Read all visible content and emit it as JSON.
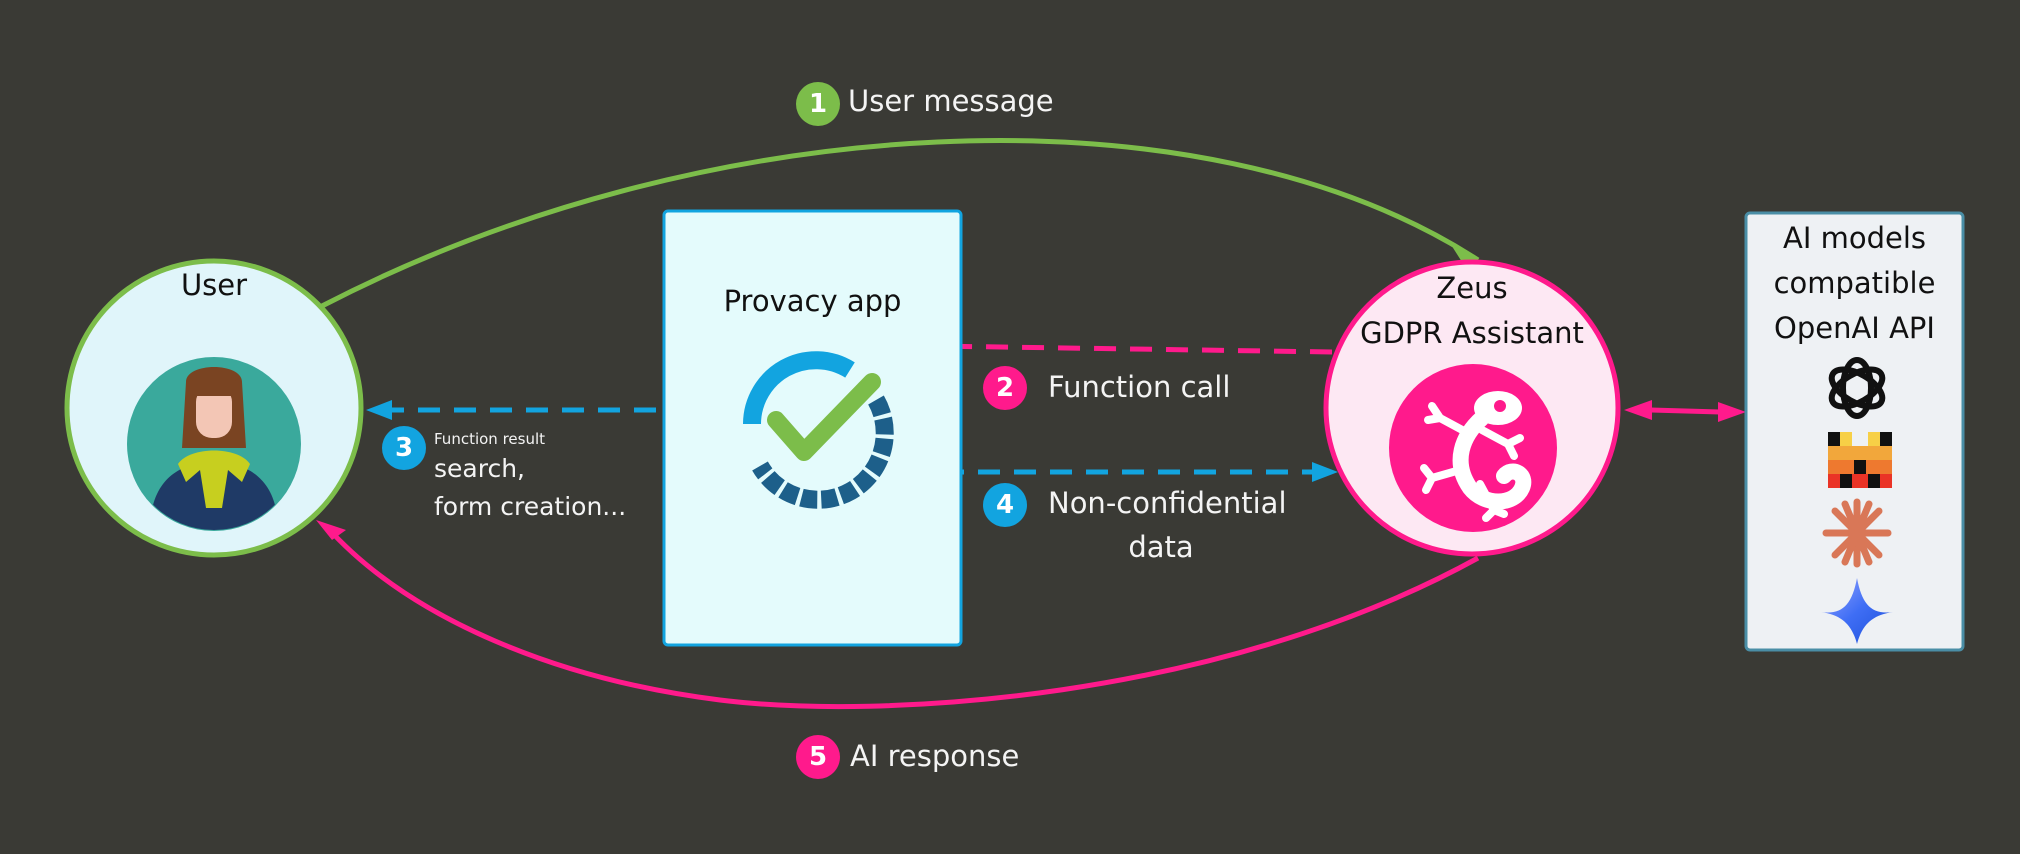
{
  "nodes": {
    "user": {
      "title": "User"
    },
    "app": {
      "title": "Provacy app"
    },
    "assistant": {
      "title_line1": "Zeus",
      "title_line2": "GDPR Assistant"
    },
    "models": {
      "line1": "AI models",
      "line2": "compatible",
      "line3": "OpenAI API"
    }
  },
  "steps": [
    {
      "number": "1",
      "label": "User message"
    },
    {
      "number": "2",
      "label": "Function call"
    },
    {
      "number": "3",
      "label_small": "Function result",
      "label_line1": "search,",
      "label_line2": "form creation..."
    },
    {
      "number": "4",
      "label_line1": "Non-confidential",
      "label_line2": "data"
    },
    {
      "number": "5",
      "label": "AI response"
    }
  ],
  "model_icons": [
    "openai-icon",
    "mistral-icon",
    "claude-icon",
    "gemini-icon"
  ],
  "colors": {
    "background": "#3a3a35",
    "green": "#7cbd4a",
    "magenta": "#ff1a8c",
    "blue": "#12a4e0",
    "app_fill": "#e4fbfc",
    "user_fill": "#e0f5fa",
    "assistant_fill": "#fde8f3"
  }
}
